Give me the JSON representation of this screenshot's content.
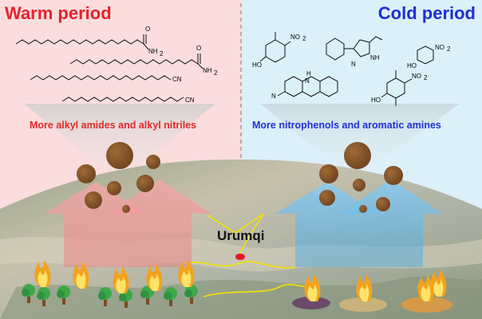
{
  "colors": {
    "warm_title": "#e8222a",
    "cold_title": "#1b2fd8",
    "warm_caption": "#e22b2b",
    "cold_caption": "#2030d8",
    "warm_bg": "#fbdddd",
    "cold_bg": "#dcf0fa",
    "particle": "#8b5a2b",
    "warm_arrow": "#e88585",
    "cold_arrow": "#4aa8e0"
  },
  "warm": {
    "title": "Warm period",
    "caption": "More alkyl amides and alkyl nitriles",
    "labels": {
      "nh2_a": "NH",
      "nh2_b": "NH",
      "sub2": "2",
      "o": "O",
      "cn": "CN"
    }
  },
  "cold": {
    "title": "Cold period",
    "caption": "More nitrophenols and aromatic amines",
    "labels": {
      "no2": "NO",
      "sub2": "2",
      "ho": "HO",
      "n": "N",
      "nh": "NH",
      "h": "H"
    }
  },
  "map": {
    "city": "Urumqi"
  },
  "icons": {
    "fire": "fire-icon",
    "tree": "tree-icon",
    "bonfire": "bonfire-icon"
  }
}
